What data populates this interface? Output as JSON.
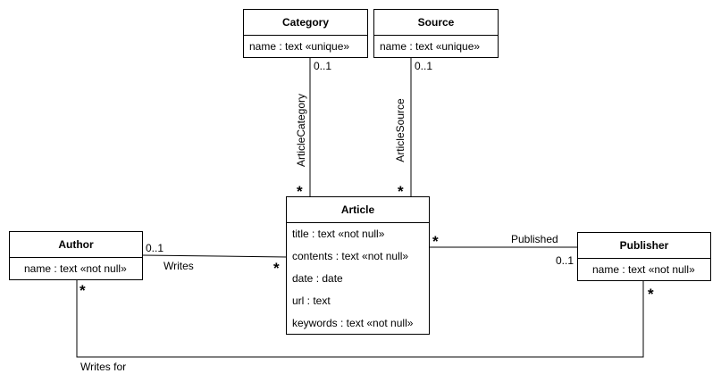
{
  "classes": {
    "category": {
      "name": "Category",
      "attrs": [
        "name : text «unique»"
      ]
    },
    "source": {
      "name": "Source",
      "attrs": [
        "name : text «unique»"
      ]
    },
    "article": {
      "name": "Article",
      "attrs": [
        "title : text «not null»",
        "contents : text «not null»",
        "date : date",
        "url : text",
        "keywords : text «not null»"
      ]
    },
    "author": {
      "name": "Author",
      "attrs": [
        "name : text «not null»"
      ]
    },
    "publisher": {
      "name": "Publisher",
      "attrs": [
        "name : text «not null»"
      ]
    }
  },
  "associations": {
    "article_category": {
      "name": "ArticleCategory",
      "end_category": "0..1",
      "end_article": "*"
    },
    "article_source": {
      "name": "ArticleSource",
      "end_source": "0..1",
      "end_article": "*"
    },
    "writes": {
      "name": "Writes",
      "end_author": "0..1",
      "end_article": "*"
    },
    "published": {
      "name": "Published",
      "end_article": "*",
      "end_publisher": "0..1"
    },
    "writes_for": {
      "name": "Writes for",
      "end_author": "*",
      "end_publisher": "*"
    }
  }
}
